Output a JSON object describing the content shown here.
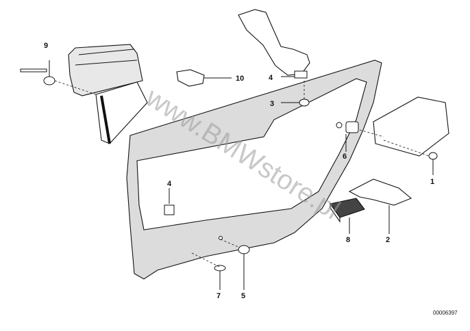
{
  "watermark": "www.BMWstore.pl",
  "reference_code": "00006397",
  "callouts": {
    "c1": "1",
    "c2": "2",
    "c3": "3",
    "c4a": "4",
    "c4b": "4",
    "c5": "5",
    "c6": "6",
    "c7": "7",
    "c8": "8",
    "c9": "9",
    "c10": "10"
  },
  "colors": {
    "ink": "#111111",
    "panel_fill": "#dcdcdc",
    "watermark": "#9a9a9a"
  }
}
